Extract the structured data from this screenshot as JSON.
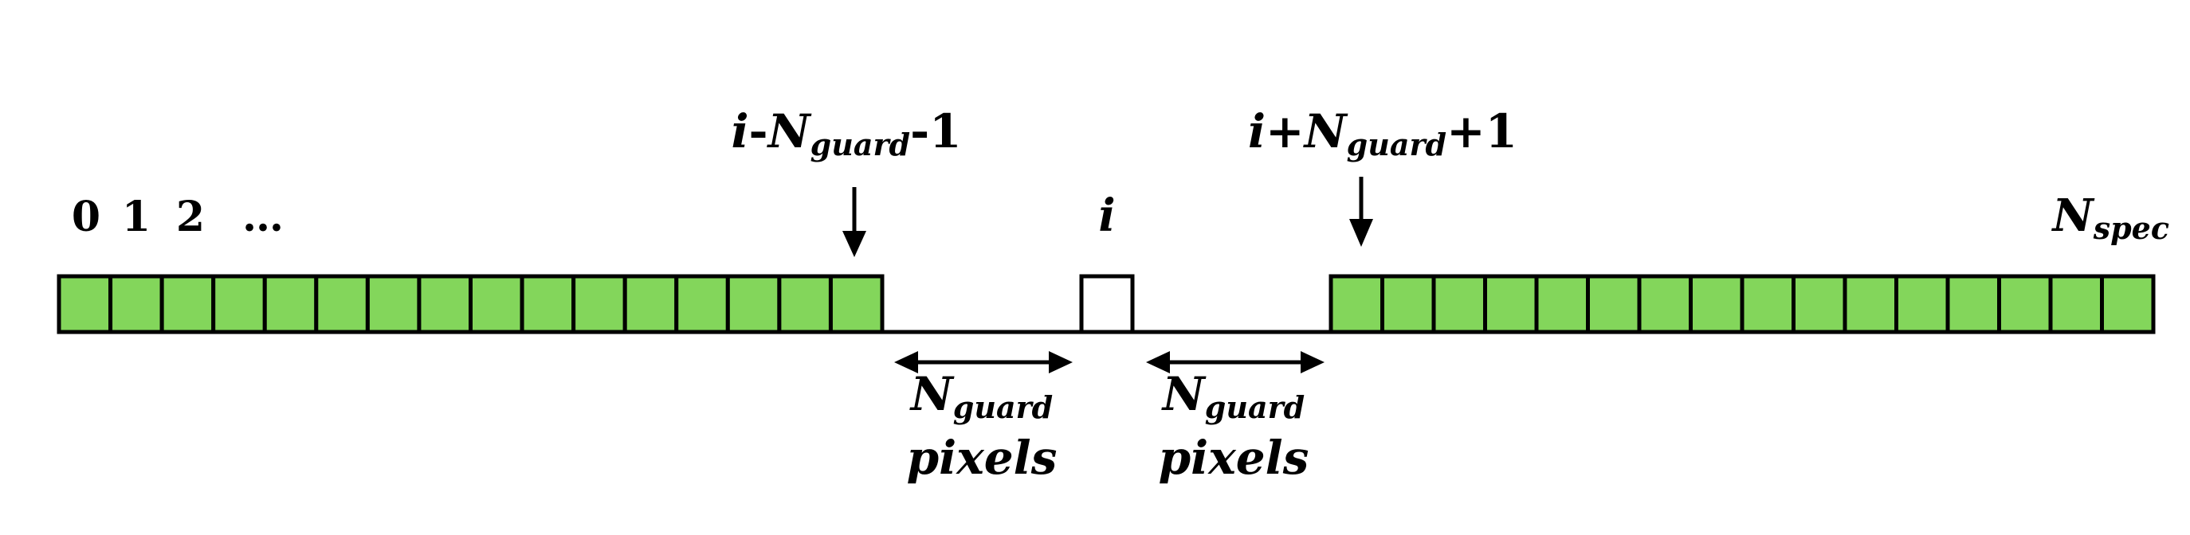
{
  "labels": {
    "index_0": "0",
    "index_1": "1",
    "index_2": "2",
    "ellipsis": "…",
    "left_boundary": {
      "var": "i",
      "sep": "-",
      "sym": "N",
      "sub": "guard",
      "suffix": "-1"
    },
    "center": "i",
    "right_boundary": {
      "var": "i",
      "sep": "+",
      "sym": "N",
      "sub": "guard",
      "suffix": "+1"
    },
    "end": {
      "sym": "N",
      "sub": "spec"
    },
    "gap_left": {
      "sym": "N",
      "sub": "guard",
      "unit": "pixels"
    },
    "gap_right": {
      "sym": "N",
      "sub": "guard",
      "unit": "pixels"
    }
  },
  "cells": {
    "left_count": 16,
    "right_count": 16,
    "fill_color": "#83d65b",
    "center_fill_color": "#ffffff",
    "stroke_color": "#000000"
  }
}
